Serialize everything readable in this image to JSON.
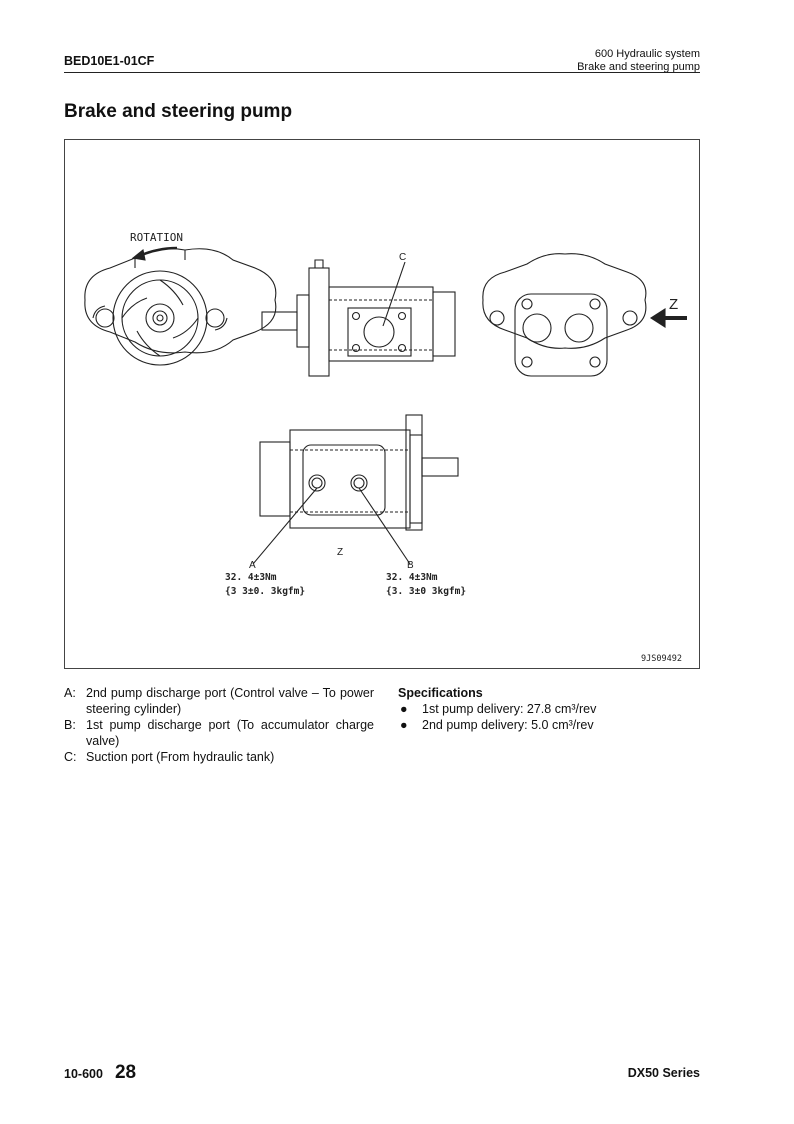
{
  "header": {
    "doc_code": "BED10E1-01CF",
    "section": "600 Hydraulic system",
    "subsection": "Brake and steering pump"
  },
  "title": "Brake and steering pump",
  "figure": {
    "rotation_label": "ROTATION",
    "label_c": "C",
    "label_z_arrow": "Z",
    "label_z_view": "Z",
    "label_a": "A",
    "label_b": "B",
    "torque_a_nm": "32. 4±3Nm",
    "torque_a_kgfm": "{3 3±0. 3kgfm}",
    "torque_b_nm": "32. 4±3Nm",
    "torque_b_kgfm": "{3. 3±0 3kgfm}",
    "figure_code": "9JS09492"
  },
  "legend": [
    {
      "key": "A:",
      "text": "2nd pump discharge port (Control valve – To power steering cylinder)"
    },
    {
      "key": "B:",
      "text": "1st pump discharge port (To accumulator charge valve)"
    },
    {
      "key": "C:",
      "text": "Suction port (From hydraulic tank)"
    }
  ],
  "specifications": {
    "heading": "Specifications",
    "items": [
      {
        "bullet": "●",
        "text": "1st pump delivery: 27.8 cm³/rev"
      },
      {
        "bullet": "●",
        "text": "2nd pump delivery: 5.0 cm³/rev"
      }
    ]
  },
  "footer": {
    "code": "10-600",
    "page": "28",
    "series": "DX50 Series"
  }
}
